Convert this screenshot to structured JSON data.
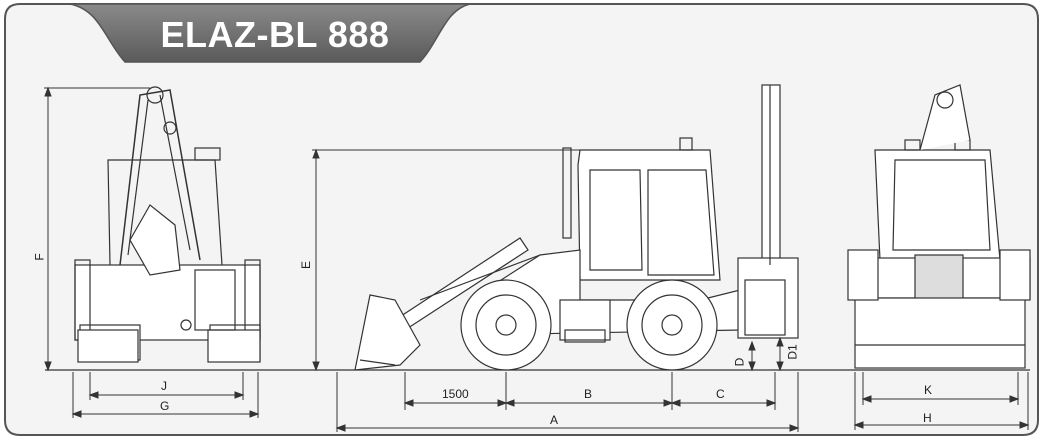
{
  "title": "ELAZ-BL 888",
  "dimensions": {
    "F": "F",
    "E": "E",
    "D": "D",
    "D1": "D1",
    "J": "J",
    "G": "G",
    "K": "K",
    "H": "H",
    "A": "A",
    "B": "B",
    "C": "C",
    "wheelbase_front": "1500"
  },
  "colors": {
    "frame": "#555555",
    "tab": "#6e6e6e",
    "panel": "#f4f4f4",
    "line": "#333333"
  }
}
